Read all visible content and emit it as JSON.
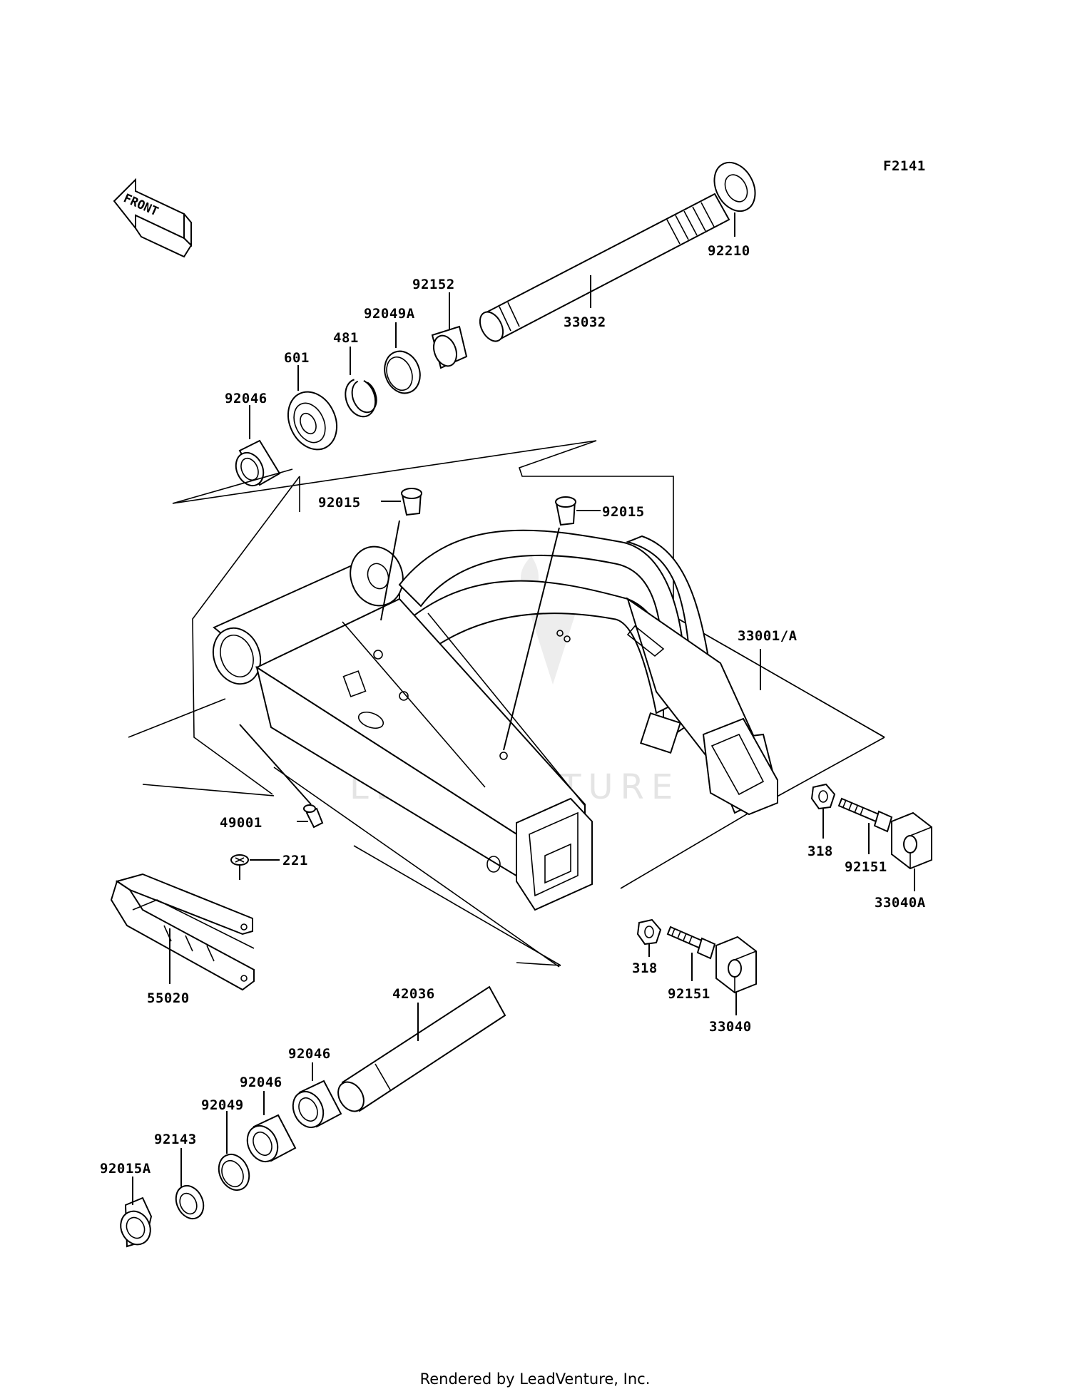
{
  "figure_code": "F2141",
  "front_label": "FRONT",
  "watermark": "LEADVENTURE",
  "footer": "Rendered by LeadVenture, Inc.",
  "parts": {
    "p92210": "92210",
    "p33032": "33032",
    "p92152": "92152",
    "p92049A": "92049A",
    "p481": "481",
    "p601": "601",
    "p92046_top": "92046",
    "p92015_left": "92015",
    "p92015_right": "92015",
    "p33001A": "33001/A",
    "p49001": "49001",
    "p221": "221",
    "p55020": "55020",
    "p318_right": "318",
    "p92151_right": "92151",
    "p33040A": "33040A",
    "p318_left": "318",
    "p92151_left": "92151",
    "p33040": "33040",
    "p42036": "42036",
    "p92046_a": "92046",
    "p92046_b": "92046",
    "p92049": "92049",
    "p92143": "92143",
    "p92015A": "92015A"
  }
}
